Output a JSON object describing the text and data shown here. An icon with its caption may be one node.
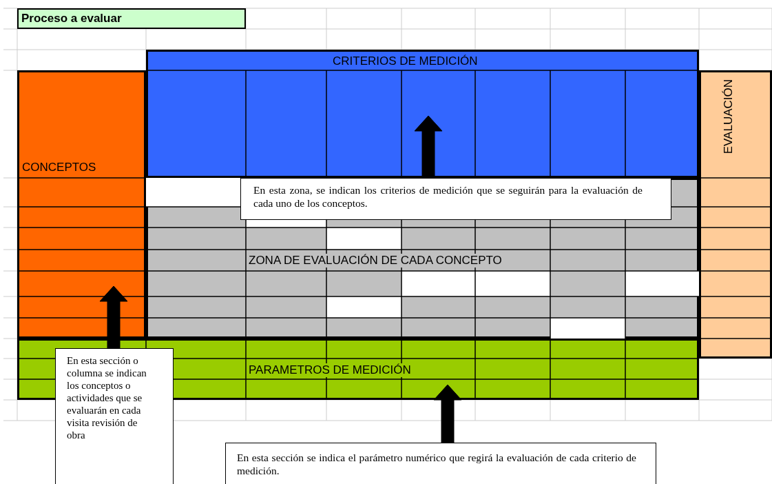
{
  "diagram": {
    "nodes": [
      {
        "text": [
          "Proceso a evaluar"
        ]
      },
      {
        "text": [
          "CRITERIOS DE MEDICIÓN"
        ]
      },
      {
        "text": [
          "CONCEPTOS"
        ]
      },
      {
        "text": [
          "EVALUACIÓN"
        ]
      },
      {
        "text": [
          "ZONA DE EVALUACIÓN DE CADA CONCEPTO"
        ]
      },
      {
        "text": [
          "PARAMETROS DE MEDICIÓN"
        ]
      },
      {
        "text": [
          "En esta zona, se indican los criterios de medición que se seguirán para la evaluación de cada uno de los conceptos."
        ],
        "in": 4
      },
      {
        "text": [
          "En esta sección o columna se indican los conceptos o actividades que se evaluarán en cada visita revisión de obra"
        ]
      },
      {
        "text": [
          "En esta sección se indica el parámetro numérico que regirá la evaluación de cada criterio de medición."
        ]
      }
    ],
    "edges": [
      {
        "from": 6,
        "to": 1,
        "arrow": "to"
      },
      {
        "from": 7,
        "to": 2,
        "arrow": "to"
      },
      {
        "from": 8,
        "to": 5,
        "arrow": "to"
      }
    ]
  }
}
